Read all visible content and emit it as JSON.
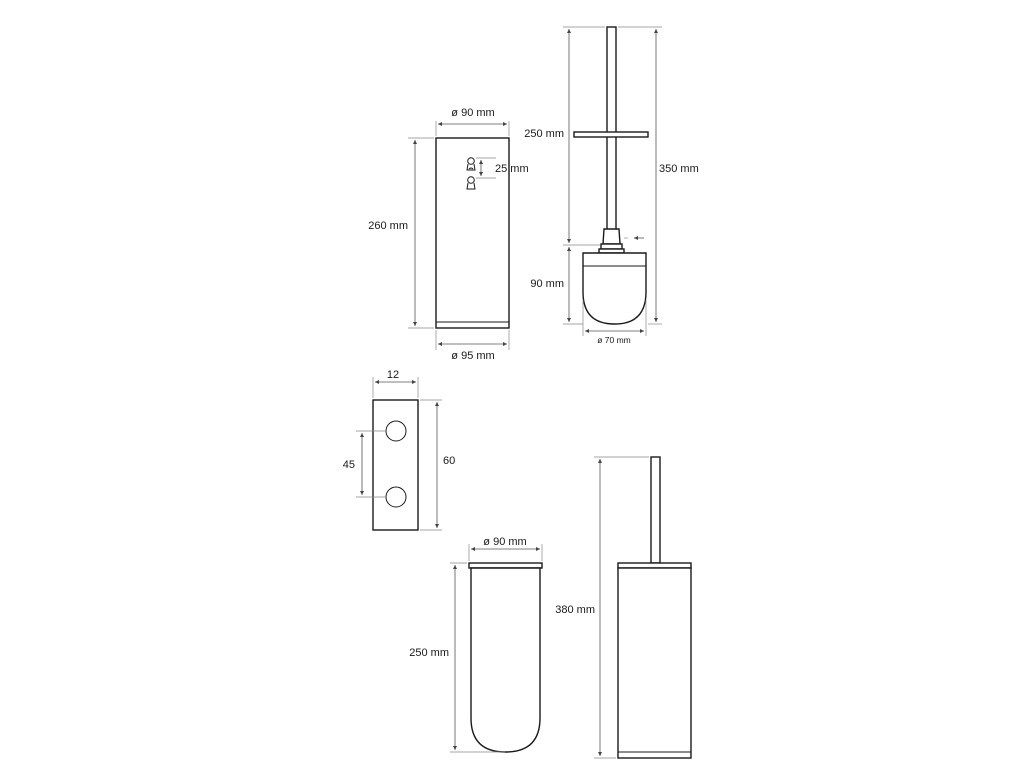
{
  "dimensions": {
    "holder_top_diameter": "ø 90 mm",
    "keyhole_spacing": "25 mm",
    "holder_height": "260 mm",
    "holder_base_diameter": "ø 95 mm",
    "brush_handle_length": "250 mm",
    "brush_total_length": "350 mm",
    "brush_head_height": "90 mm",
    "brush_head_diameter": "ø 70 mm",
    "bracket_width": "12",
    "bracket_hole_spacing": "45",
    "bracket_height": "60",
    "bowl_diameter": "ø 90 mm",
    "bowl_height": "250 mm",
    "assembly_height": "380 mm"
  }
}
